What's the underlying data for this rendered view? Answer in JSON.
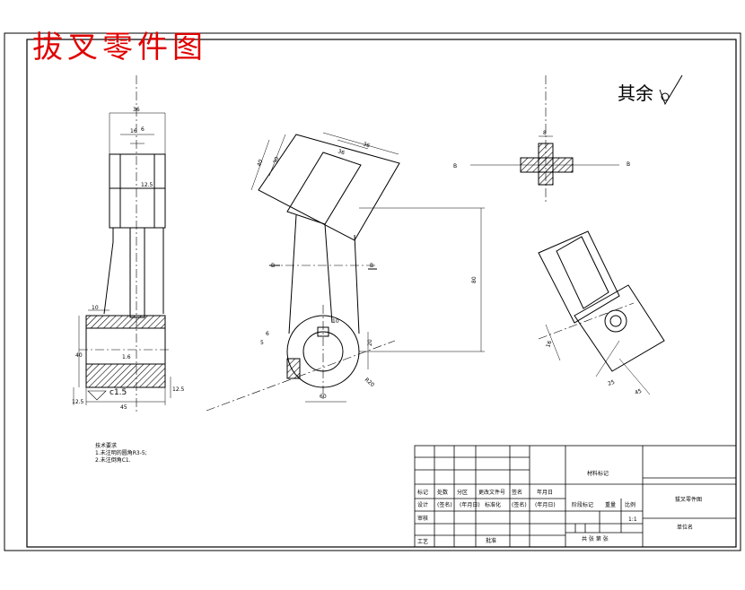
{
  "drawing": {
    "title": "拔叉零件图",
    "surface_note": "其余",
    "notes": {
      "heading": "技术要求",
      "lines": [
        "1.未注明的圆角R3-5;",
        "2.未注倒角C1."
      ]
    }
  },
  "dimensions": {
    "front_top_width": "36",
    "front_slot_width": "16",
    "front_slot_small": "6",
    "front_side": "12.5",
    "front_left_step": "10",
    "front_height": "40",
    "front_bottom_width": "45",
    "front_bore": "1.6",
    "front_chamfer": "c1.5",
    "front_right_small": "12.5",
    "left_small": "12.5",
    "main_w1": "36",
    "main_w2": "36",
    "main_h1": "40",
    "main_h2": "30",
    "main_vertical": "80",
    "main_bore": "20",
    "main_angle": "60",
    "main_radius": "R20",
    "main_small1": "6",
    "main_small2": "5",
    "main_side": "10",
    "section_width": "8",
    "aux_dim1": "16",
    "aux_dim2": "25",
    "aux_dim3": "45"
  },
  "section_labels": {
    "b_left": "B",
    "b_right": "B",
    "b_main_left": "B",
    "b_main_right": "B"
  },
  "title_block": {
    "material_mark": "材料标记",
    "part_name": "拔叉零件图",
    "unit": "单位名",
    "row_labels": [
      "标记",
      "处数",
      "分区",
      "更改文件号",
      "签名",
      "年月日"
    ],
    "row2": [
      "设计",
      "(签名)",
      "(年月日)",
      "标准化",
      "(签名)",
      "(年月日)"
    ],
    "stage_label": "阶段标记",
    "weight_label": "重量",
    "scale_label": "比例",
    "scale_value": "1:1",
    "audit": "审核",
    "process": "工艺",
    "approve": "批准",
    "sheets": "共  张  第  张"
  },
  "colors": {
    "line": "#000000",
    "title_red": "#e00000",
    "hatch": "#000000"
  }
}
